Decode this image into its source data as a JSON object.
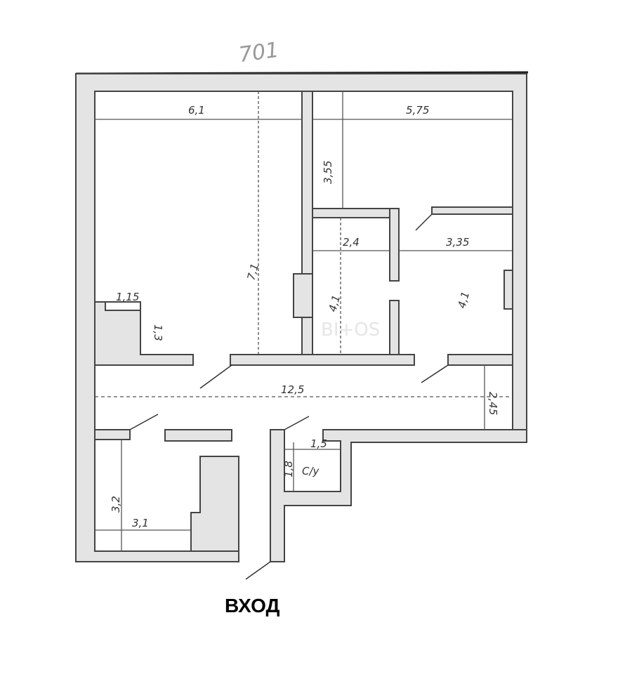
{
  "plan": {
    "apartment_number": "701",
    "watermark": "BI+OS",
    "entrance_label": "ВХОД",
    "bathroom_label": "С/у",
    "dimensions": {
      "room1_width": "6,1",
      "room1_length": "7,1",
      "room2_width": "5,75",
      "room2_length": "3,55",
      "room3_width": "2,4",
      "room3_length": "4,1",
      "room4_width": "3,35",
      "room4_length": "4,1",
      "niche_width": "1,15",
      "niche_depth": "1,3",
      "corridor_length": "12,5",
      "corridor_width": "2,45",
      "room5_length": "3,2",
      "room5_width": "3,1",
      "bathroom_width": "1,5",
      "bathroom_length": "1,8"
    }
  }
}
